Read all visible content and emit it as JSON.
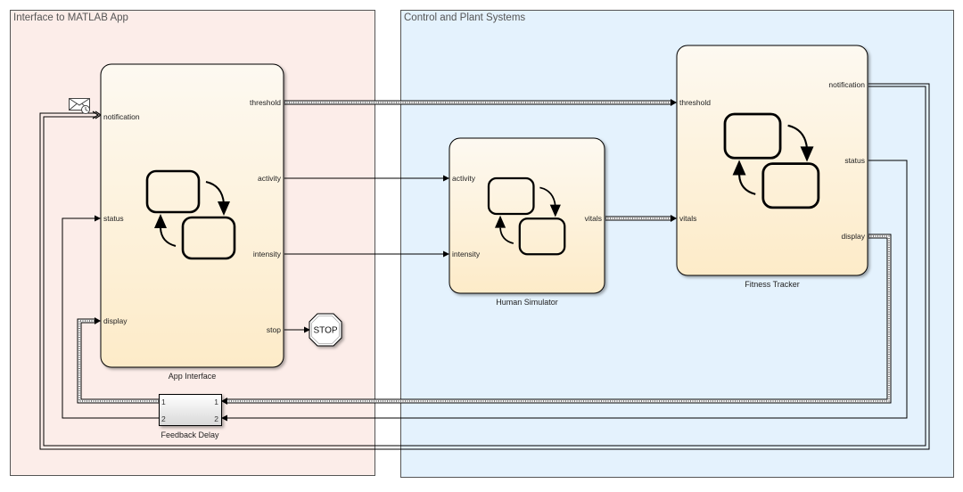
{
  "areas": {
    "left": {
      "title": "Interface to MATLAB App",
      "fill": "#fcede9"
    },
    "right": {
      "title": "Control and Plant Systems",
      "fill": "#e4f2fd"
    }
  },
  "blocks": {
    "app_interface": {
      "label": "App Interface",
      "inputs": [
        "notification",
        "status",
        "display"
      ],
      "outputs": [
        "threshold",
        "activity",
        "intensity",
        "stop"
      ]
    },
    "human_simulator": {
      "label": "Human Simulator",
      "inputs": [
        "activity",
        "intensity"
      ],
      "outputs": [
        "vitals"
      ]
    },
    "fitness_tracker": {
      "label": "Fitness Tracker",
      "inputs": [
        "threshold",
        "vitals"
      ],
      "outputs": [
        "notification",
        "status",
        "display"
      ]
    },
    "stop": {
      "label": "STOP"
    },
    "feedback_delay": {
      "label": "Feedback Delay",
      "in_ports": [
        "1",
        "2"
      ],
      "out_ports": [
        "1",
        "2"
      ]
    }
  },
  "icons": {
    "message": "envelope-clock-icon",
    "chart": "stateflow-chart-icon"
  },
  "colors": {
    "chart_fill_top": "#fdf8ef",
    "chart_fill_bottom": "#fdeccb",
    "line": "#000000"
  }
}
